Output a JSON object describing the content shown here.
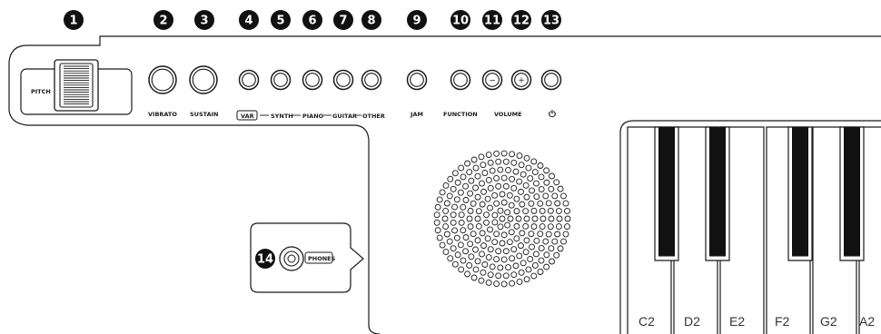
{
  "callouts": [
    {
      "number": "1",
      "label": "PITCH"
    },
    {
      "number": "2",
      "label": "VIBRATO"
    },
    {
      "number": "3",
      "label": "SUSTAIN"
    },
    {
      "number": "4",
      "label": "VAR"
    },
    {
      "number": "5",
      "label": "SYNTH"
    },
    {
      "number": "6",
      "label": "PIANO"
    },
    {
      "number": "7",
      "label": "GUITAR"
    },
    {
      "number": "8",
      "label": "OTHER"
    },
    {
      "number": "9",
      "label": "JAM"
    },
    {
      "number": "10",
      "label": "FUNCTION"
    },
    {
      "number": "11",
      "label": "VOLUME",
      "symbol": "−"
    },
    {
      "number": "12",
      "label": "",
      "symbol": "+"
    },
    {
      "number": "13",
      "label": "",
      "symbol": "⏻"
    },
    {
      "number": "14",
      "label": "PHONES"
    }
  ],
  "keys": {
    "white_labels": [
      "C2",
      "D2",
      "E2",
      "F2",
      "G2",
      "A2"
    ]
  },
  "icons": {
    "power": "power-icon",
    "minus": "minus-icon",
    "plus": "plus-icon"
  },
  "colors": {
    "callout_fill": "#111111",
    "outline": "#1a1a1a",
    "black_key": "#111111"
  }
}
